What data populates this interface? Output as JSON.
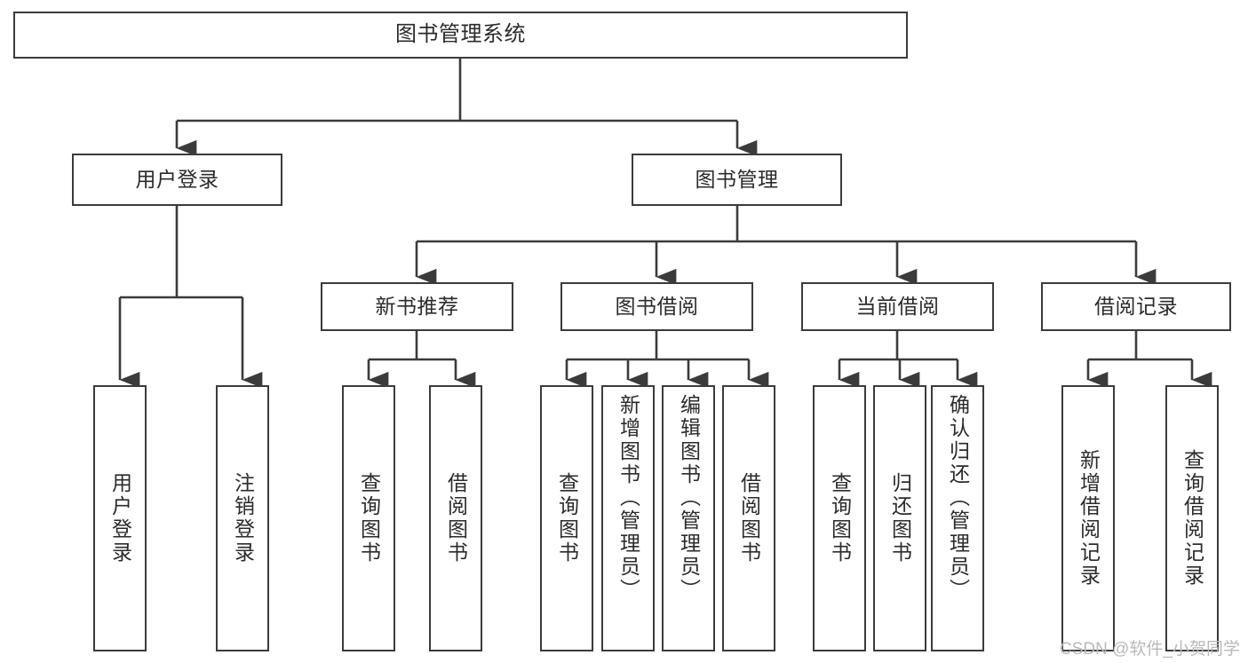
{
  "diagram": {
    "title": "图书管理系统",
    "type": "hierarchy-tree",
    "colors": {
      "node_border": "#3b3b3b",
      "node_fill": "#ffffff",
      "edge": "#3b3b3b",
      "text": "#2b2b2b",
      "watermark": "#b9b9b9",
      "background": "#ffffff"
    },
    "root": {
      "label": "图书管理系统"
    },
    "level2": [
      {
        "label": "用户登录"
      },
      {
        "label": "图书管理"
      }
    ],
    "level3": [
      {
        "label": "新书推荐"
      },
      {
        "label": "图书借阅"
      },
      {
        "label": "当前借阅"
      },
      {
        "label": "借阅记录"
      }
    ],
    "leaves": {
      "user_login": [
        {
          "label": "用户登录"
        },
        {
          "label": "注销登录"
        }
      ],
      "new_book_recommend": [
        {
          "label": "查询图书"
        },
        {
          "label": "借阅图书"
        }
      ],
      "book_borrow": [
        {
          "label": "查询图书"
        },
        {
          "label": "新增图书（管理员）"
        },
        {
          "label": "编辑图书（管理员）"
        },
        {
          "label": "借阅图书"
        }
      ],
      "current_borrow": [
        {
          "label": "查询图书"
        },
        {
          "label": "归还图书"
        },
        {
          "label": "确认归还（管理员）"
        }
      ],
      "borrow_record": [
        {
          "label": "新增借阅记录"
        },
        {
          "label": "查询借阅记录"
        }
      ]
    },
    "watermark": "CSDN @软件_小贺同学"
  }
}
